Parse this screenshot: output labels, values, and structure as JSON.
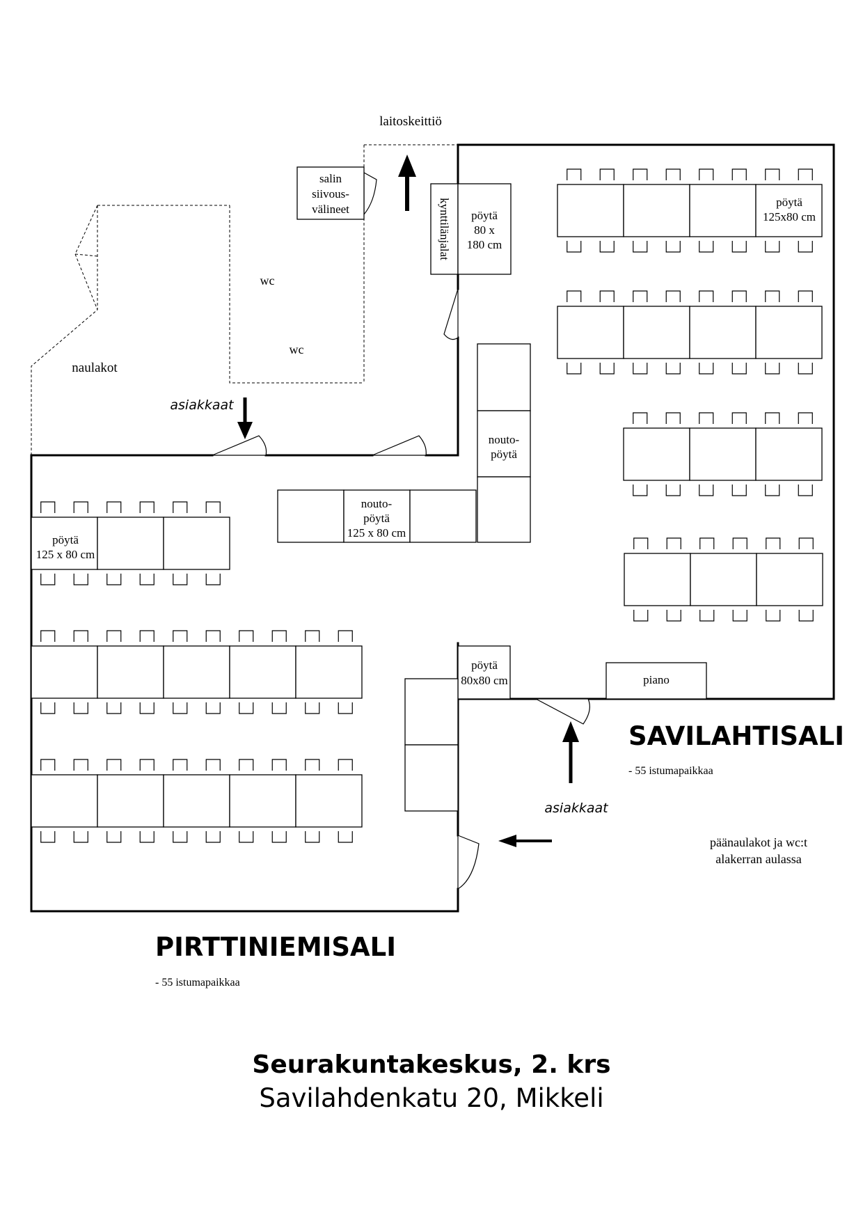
{
  "labels": {
    "kitchen": "laitoskeittiö",
    "cleaning": [
      "salin",
      "siivous-",
      "välineet"
    ],
    "candles": "kynttilänjalat",
    "table_80x180": [
      "pöytä",
      "80 x",
      "180 cm"
    ],
    "wc1": "wc",
    "wc2": "wc",
    "coats": "naulakot",
    "customers_top": "asiakkaat",
    "customers_right": "asiakkaat",
    "pickup_vertical": [
      "nouto-",
      "pöytä"
    ],
    "pickup_horizontal": [
      "nouto-",
      "pöytä",
      "125 x 80 cm"
    ],
    "table_right": [
      "pöytä",
      "125x80 cm"
    ],
    "table_left": [
      "pöytä",
      "125 x 80 cm"
    ],
    "table_80x80": [
      "pöytä",
      "80x80 cm"
    ],
    "piano": "piano",
    "main_coats": [
      "päänaulakot ja wc:t",
      "alakerran aulassa"
    ]
  },
  "rooms": {
    "savilahti": {
      "name": "SAVILAHTISALI",
      "seats": "- 55 istumapaikkaa"
    },
    "pirttiniemi": {
      "name": "PIRTTINIEMISALI",
      "seats": "- 55 istumapaikkaa"
    }
  },
  "footer": {
    "title": "Seurakuntakeskus, 2. krs",
    "address": "Savilahdenkatu 20, Mikkeli"
  }
}
